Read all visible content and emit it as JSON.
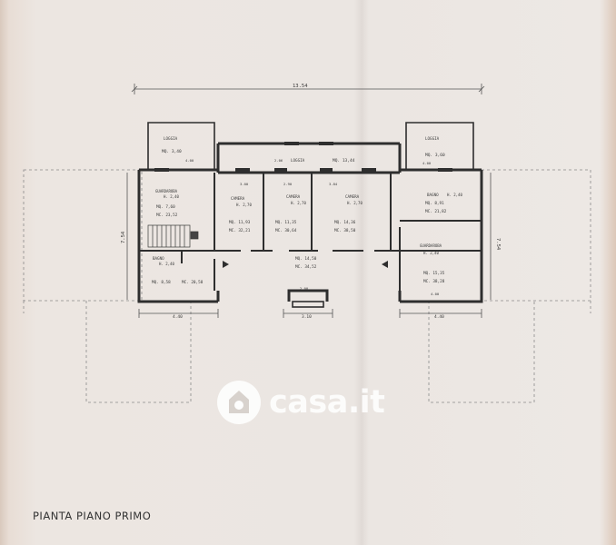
{
  "caption": "PIANTA PIANO PRIMO",
  "watermark": "casa.it",
  "overall_dim": "13.54",
  "left_height_dim": "7.54",
  "right_height_dim": "7.54",
  "rooms": {
    "loggia_left": {
      "name": "LOGGIA",
      "area": "MQ. 3,40"
    },
    "loggia_right": {
      "name": "LOGGIA",
      "area": "MQ. 3,60"
    },
    "loggia_center": {
      "name": "LOGGIA",
      "area": "MQ. 13,44"
    },
    "guardaroba_left": {
      "name": "GUARDAROBA",
      "height": "H. 2,40",
      "area": "MQ. 7,60",
      "volume": "MC. 23,52"
    },
    "camera1": {
      "name": "CAMERA",
      "height": "H. 2,70",
      "area": "MQ. 11,93",
      "volume": "MC. 32,21"
    },
    "camera2": {
      "name": "CAMERA",
      "height": "H. 2,70",
      "area": "MQ. 11,35",
      "volume": "MC. 30,64"
    },
    "camera3": {
      "name": "CAMERA",
      "height": "H. 2,70",
      "area": "MQ. 14,36",
      "volume": "MC. 38,50"
    },
    "bagno_right": {
      "name": "BAGNO",
      "height": "H. 2,40",
      "area": "MQ. 8,91",
      "volume": "MC. 21,82"
    },
    "bagno_left": {
      "name": "BAGNO",
      "height": "H. 2,40",
      "area": "MQ. 8,58",
      "volume": "MC. 20,58"
    },
    "disimpegno": {
      "area": "MQ. 14,50",
      "volume": "MC. 34,52"
    },
    "guardaroba_right": {
      "name": "GUARDAROBA",
      "height": "H. 2,40",
      "area": "MQ. 15,35",
      "volume": "MC. 38,28"
    }
  },
  "dims": {
    "d_400a": "4.00",
    "d_206": "2.06",
    "d_400b": "4.00",
    "d_300": "3.00",
    "d_290": "2.90",
    "d_384": "3.84",
    "d_bottom_left": "4.40",
    "d_bottom_mid": "3.10",
    "d_bottom_right": "4.40",
    "d_200": "2.00",
    "d_400c": "4.00"
  }
}
